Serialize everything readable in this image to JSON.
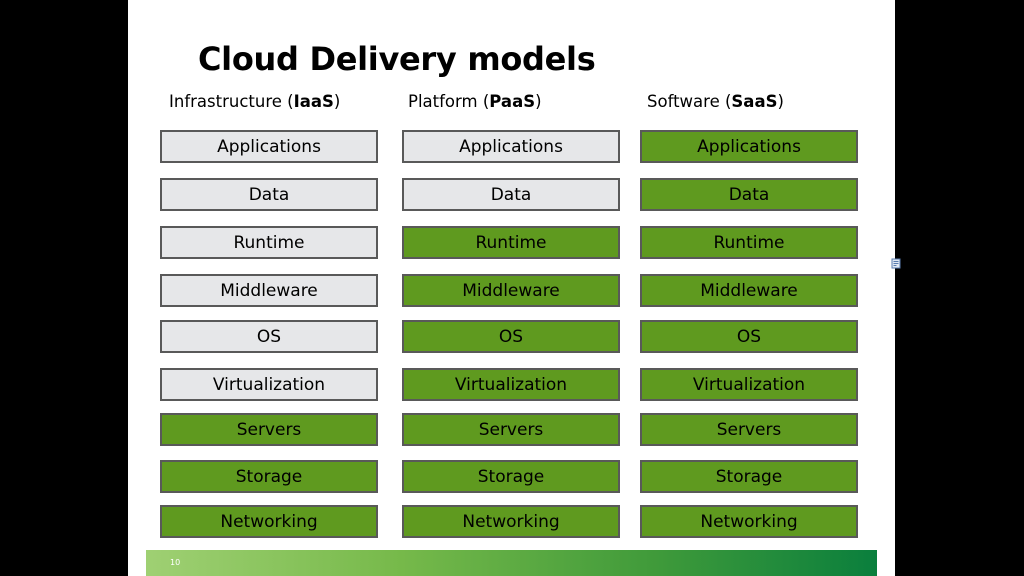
{
  "title": "Cloud Delivery models",
  "colors": {
    "managed": "#5f9a1f",
    "unmanaged": "#e6e7e9",
    "border": "#595959"
  },
  "columns": [
    {
      "heading_prefix": "Infrastructure (",
      "heading_bold": "IaaS",
      "heading_suffix": ")",
      "layers": [
        {
          "label": "Applications",
          "managed": false
        },
        {
          "label": "Data",
          "managed": false
        },
        {
          "label": "Runtime",
          "managed": false
        },
        {
          "label": "Middleware",
          "managed": false
        },
        {
          "label": "OS",
          "managed": false
        },
        {
          "label": "Virtualization",
          "managed": false
        },
        {
          "label": "Servers",
          "managed": true
        },
        {
          "label": "Storage",
          "managed": true
        },
        {
          "label": "Networking",
          "managed": true
        }
      ]
    },
    {
      "heading_prefix": "Platform (",
      "heading_bold": "PaaS",
      "heading_suffix": ")",
      "layers": [
        {
          "label": "Applications",
          "managed": false
        },
        {
          "label": "Data",
          "managed": false
        },
        {
          "label": "Runtime",
          "managed": true
        },
        {
          "label": "Middleware",
          "managed": true
        },
        {
          "label": "OS",
          "managed": true
        },
        {
          "label": "Virtualization",
          "managed": true
        },
        {
          "label": "Servers",
          "managed": true
        },
        {
          "label": "Storage",
          "managed": true
        },
        {
          "label": "Networking",
          "managed": true
        }
      ]
    },
    {
      "heading_prefix": "Software (",
      "heading_bold": "SaaS",
      "heading_suffix": ")",
      "layers": [
        {
          "label": "Applications",
          "managed": true
        },
        {
          "label": "Data",
          "managed": true
        },
        {
          "label": "Runtime",
          "managed": true
        },
        {
          "label": "Middleware",
          "managed": true
        },
        {
          "label": "OS",
          "managed": true
        },
        {
          "label": "Virtualization",
          "managed": true
        },
        {
          "label": "Servers",
          "managed": true
        },
        {
          "label": "Storage",
          "managed": true
        },
        {
          "label": "Networking",
          "managed": true
        }
      ]
    }
  ],
  "footer": {
    "page_number": "10"
  }
}
